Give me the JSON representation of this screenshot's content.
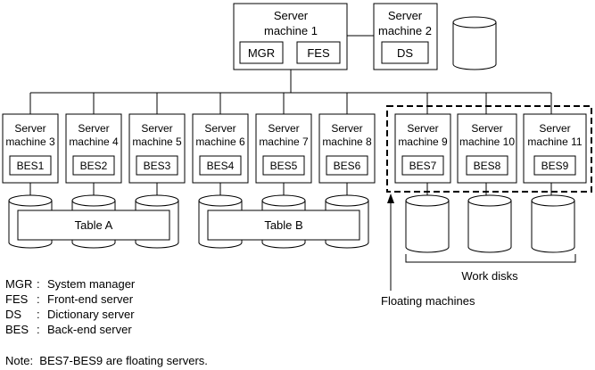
{
  "server_machine_1": {
    "line1": "Server",
    "line2": "machine 1",
    "components": [
      "MGR",
      "FES"
    ]
  },
  "server_machine_2": {
    "line1": "Server",
    "line2": "machine 2",
    "components": [
      "DS"
    ]
  },
  "backend_machines": [
    {
      "line1": "Server",
      "line2": "machine 3",
      "component": "BES1"
    },
    {
      "line1": "Server",
      "line2": "machine 4",
      "component": "BES2"
    },
    {
      "line1": "Server",
      "line2": "machine 5",
      "component": "BES3"
    },
    {
      "line1": "Server",
      "line2": "machine 6",
      "component": "BES4"
    },
    {
      "line1": "Server",
      "line2": "machine 7",
      "component": "BES5"
    },
    {
      "line1": "Server",
      "line2": "machine 8",
      "component": "BES6"
    },
    {
      "line1": "Server",
      "line2": "machine 9",
      "component": "BES7"
    },
    {
      "line1": "Server",
      "line2": "machine 10",
      "component": "BES8"
    },
    {
      "line1": "Server",
      "line2": "machine 11",
      "component": "BES9"
    }
  ],
  "tables": [
    "Table A",
    "Table B"
  ],
  "work_disks_label": "Work disks",
  "floating_label": "Floating machines",
  "legend": [
    {
      "abbr": "MGR",
      "sep": ":",
      "desc": "System manager"
    },
    {
      "abbr": "FES",
      "sep": ":",
      "desc": "Front-end server"
    },
    {
      "abbr": "DS",
      "sep": ":",
      "desc": "Dictionary server"
    },
    {
      "abbr": "BES",
      "sep": ":",
      "desc": "Back-end server"
    }
  ],
  "note": "Note:  BES7-BES9 are floating servers."
}
